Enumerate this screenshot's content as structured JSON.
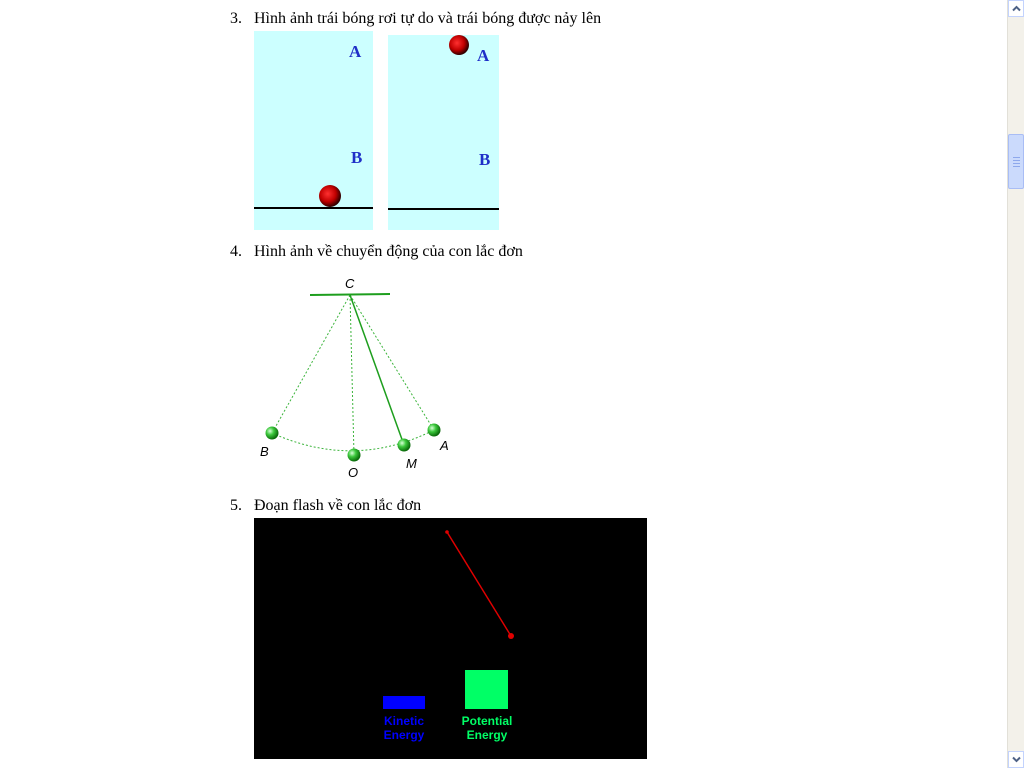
{
  "items": [
    {
      "number": "3.",
      "text": "Hình ảnh trái bóng rơi tự do và trái bóng được nảy lên"
    },
    {
      "number": "4.",
      "text": "Hình ảnh về chuyển động của con lắc đơn"
    },
    {
      "number": "5.",
      "text": "Đoạn flash về con lắc đơn"
    }
  ],
  "ball_figure": {
    "point_a": "A",
    "point_b": "B"
  },
  "pendulum_figure": {
    "pivot": "C",
    "points": {
      "b": "B",
      "o": "O",
      "m": "M",
      "a": "A"
    }
  },
  "flash": {
    "kinetic_label_1": "Kinetic",
    "kinetic_label_2": "Energy",
    "potential_label_1": "Potential",
    "potential_label_2": "Energy"
  },
  "colors": {
    "panel_bg": "#ccffff",
    "label_blue": "#1f2fc8",
    "ball_red": "#c00000",
    "pendulum_green": "#1e9e1e",
    "flash_bg": "#000000",
    "flash_red": "#e00000",
    "kinetic_blue": "#0000ff",
    "potential_green": "#00ff66"
  },
  "icons": [
    "scroll-up-arrow-icon",
    "scroll-down-arrow-icon",
    "scroll-thumb-grip-icon"
  ]
}
